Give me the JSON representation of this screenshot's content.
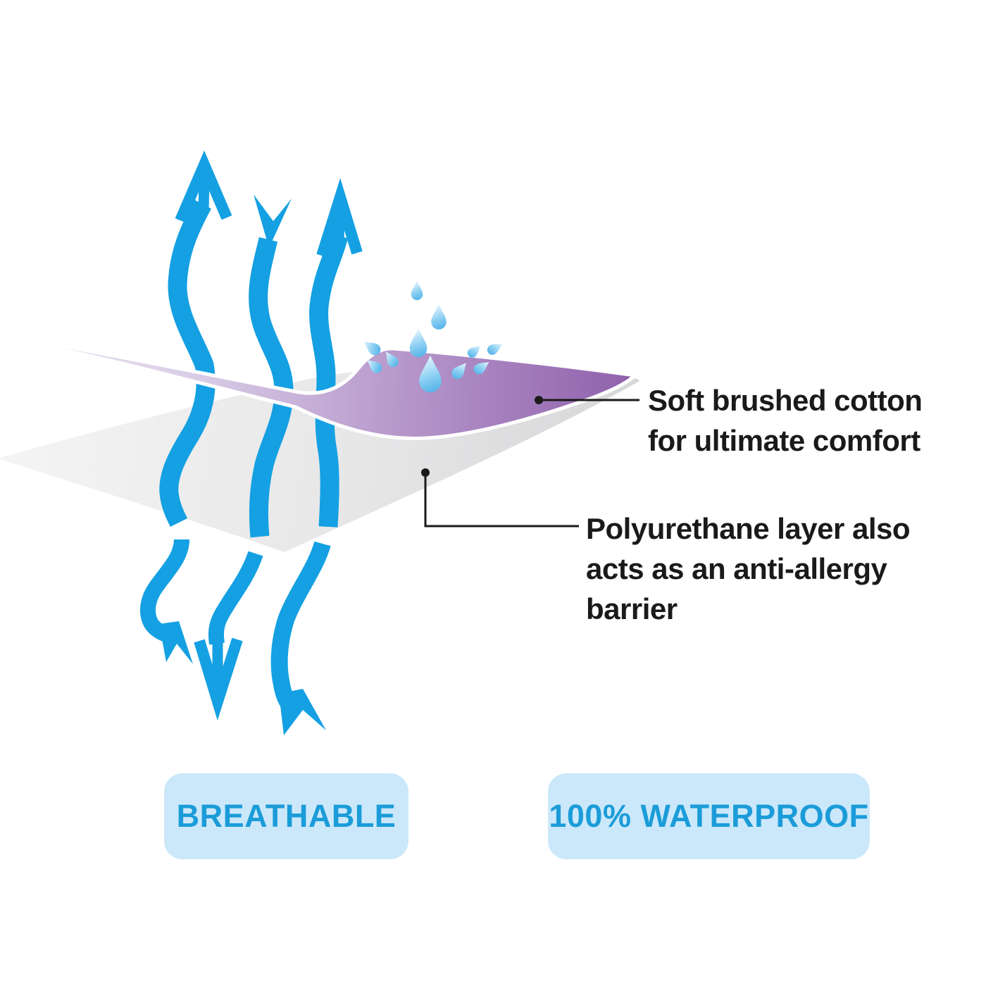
{
  "page": {
    "background": "#FFFFFF"
  },
  "diagram": {
    "layers": {
      "cotton": {
        "name": "Soft brushed cotton layer",
        "color_light": "#EFE9F4",
        "color_dark": "#9161AC"
      },
      "polyurethane": {
        "name": "Polyurethane layer",
        "color_light": "#F4F4F4",
        "color_dark": "#D9D9DB"
      }
    },
    "airflow": {
      "up_arrow_count": 2,
      "down_arrow_count": 1,
      "arrow_color": "#14A0E2"
    },
    "droplets": {
      "count": 11,
      "color_light": "#E3F4FD",
      "color_dark": "#55B4E9"
    },
    "annotations": [
      {
        "id": "soft-cotton",
        "lines": [
          "Soft brushed cotton",
          "for ultimate comfort"
        ]
      },
      {
        "id": "polyurethane",
        "lines": [
          "Polyurethane layer also",
          "acts as an anti-allergy",
          "barrier"
        ]
      }
    ],
    "badges": [
      {
        "id": "breathable",
        "label": "BREATHABLE"
      },
      {
        "id": "waterproof",
        "label": "100% WATERPROOF"
      }
    ],
    "badge_style": {
      "background": "#CBE8FA",
      "text_color": "#1B9CD9"
    },
    "callout_color": "#1A1A1A",
    "text_color": "#1A1A1A"
  }
}
